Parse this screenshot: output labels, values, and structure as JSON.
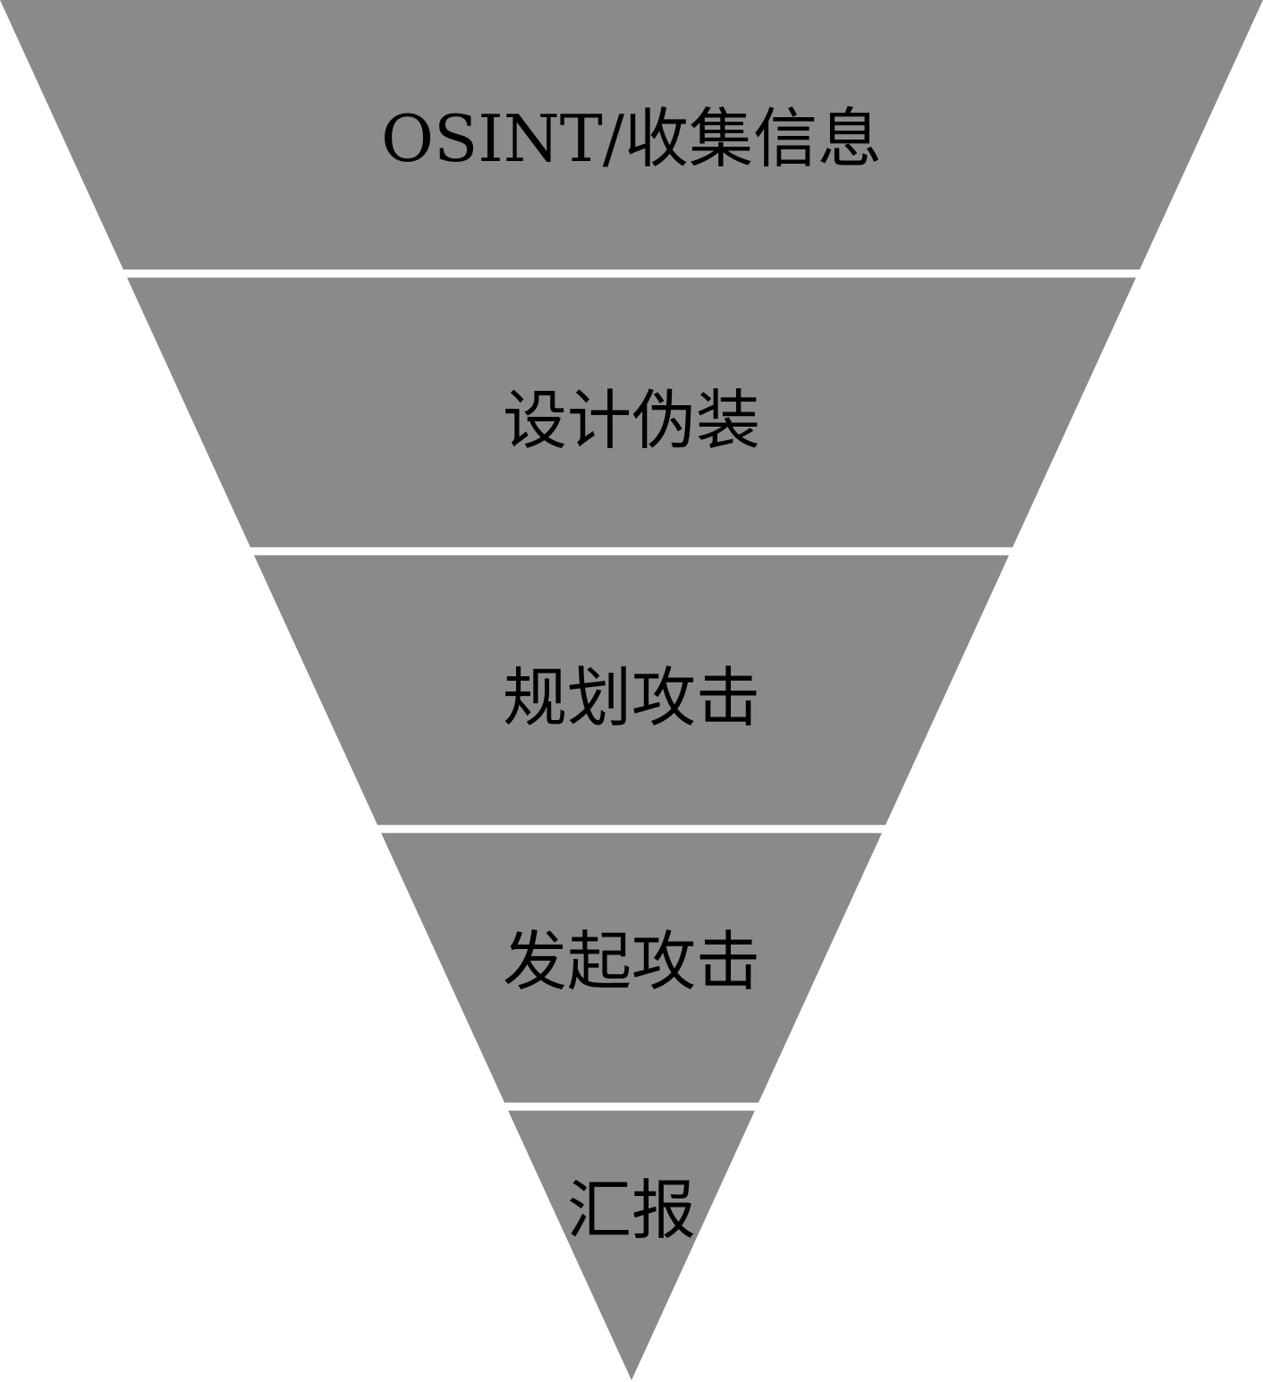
{
  "diagram": {
    "type": "inverted-funnel",
    "fill_color": "#8a8a8a",
    "text_color": "#000000",
    "background_color": "#ffffff",
    "stages": [
      {
        "label": "OSINT/收集信息"
      },
      {
        "label": "设计伪装"
      },
      {
        "label": "规划攻击"
      },
      {
        "label": "发起攻击"
      },
      {
        "label": "汇报"
      }
    ]
  }
}
